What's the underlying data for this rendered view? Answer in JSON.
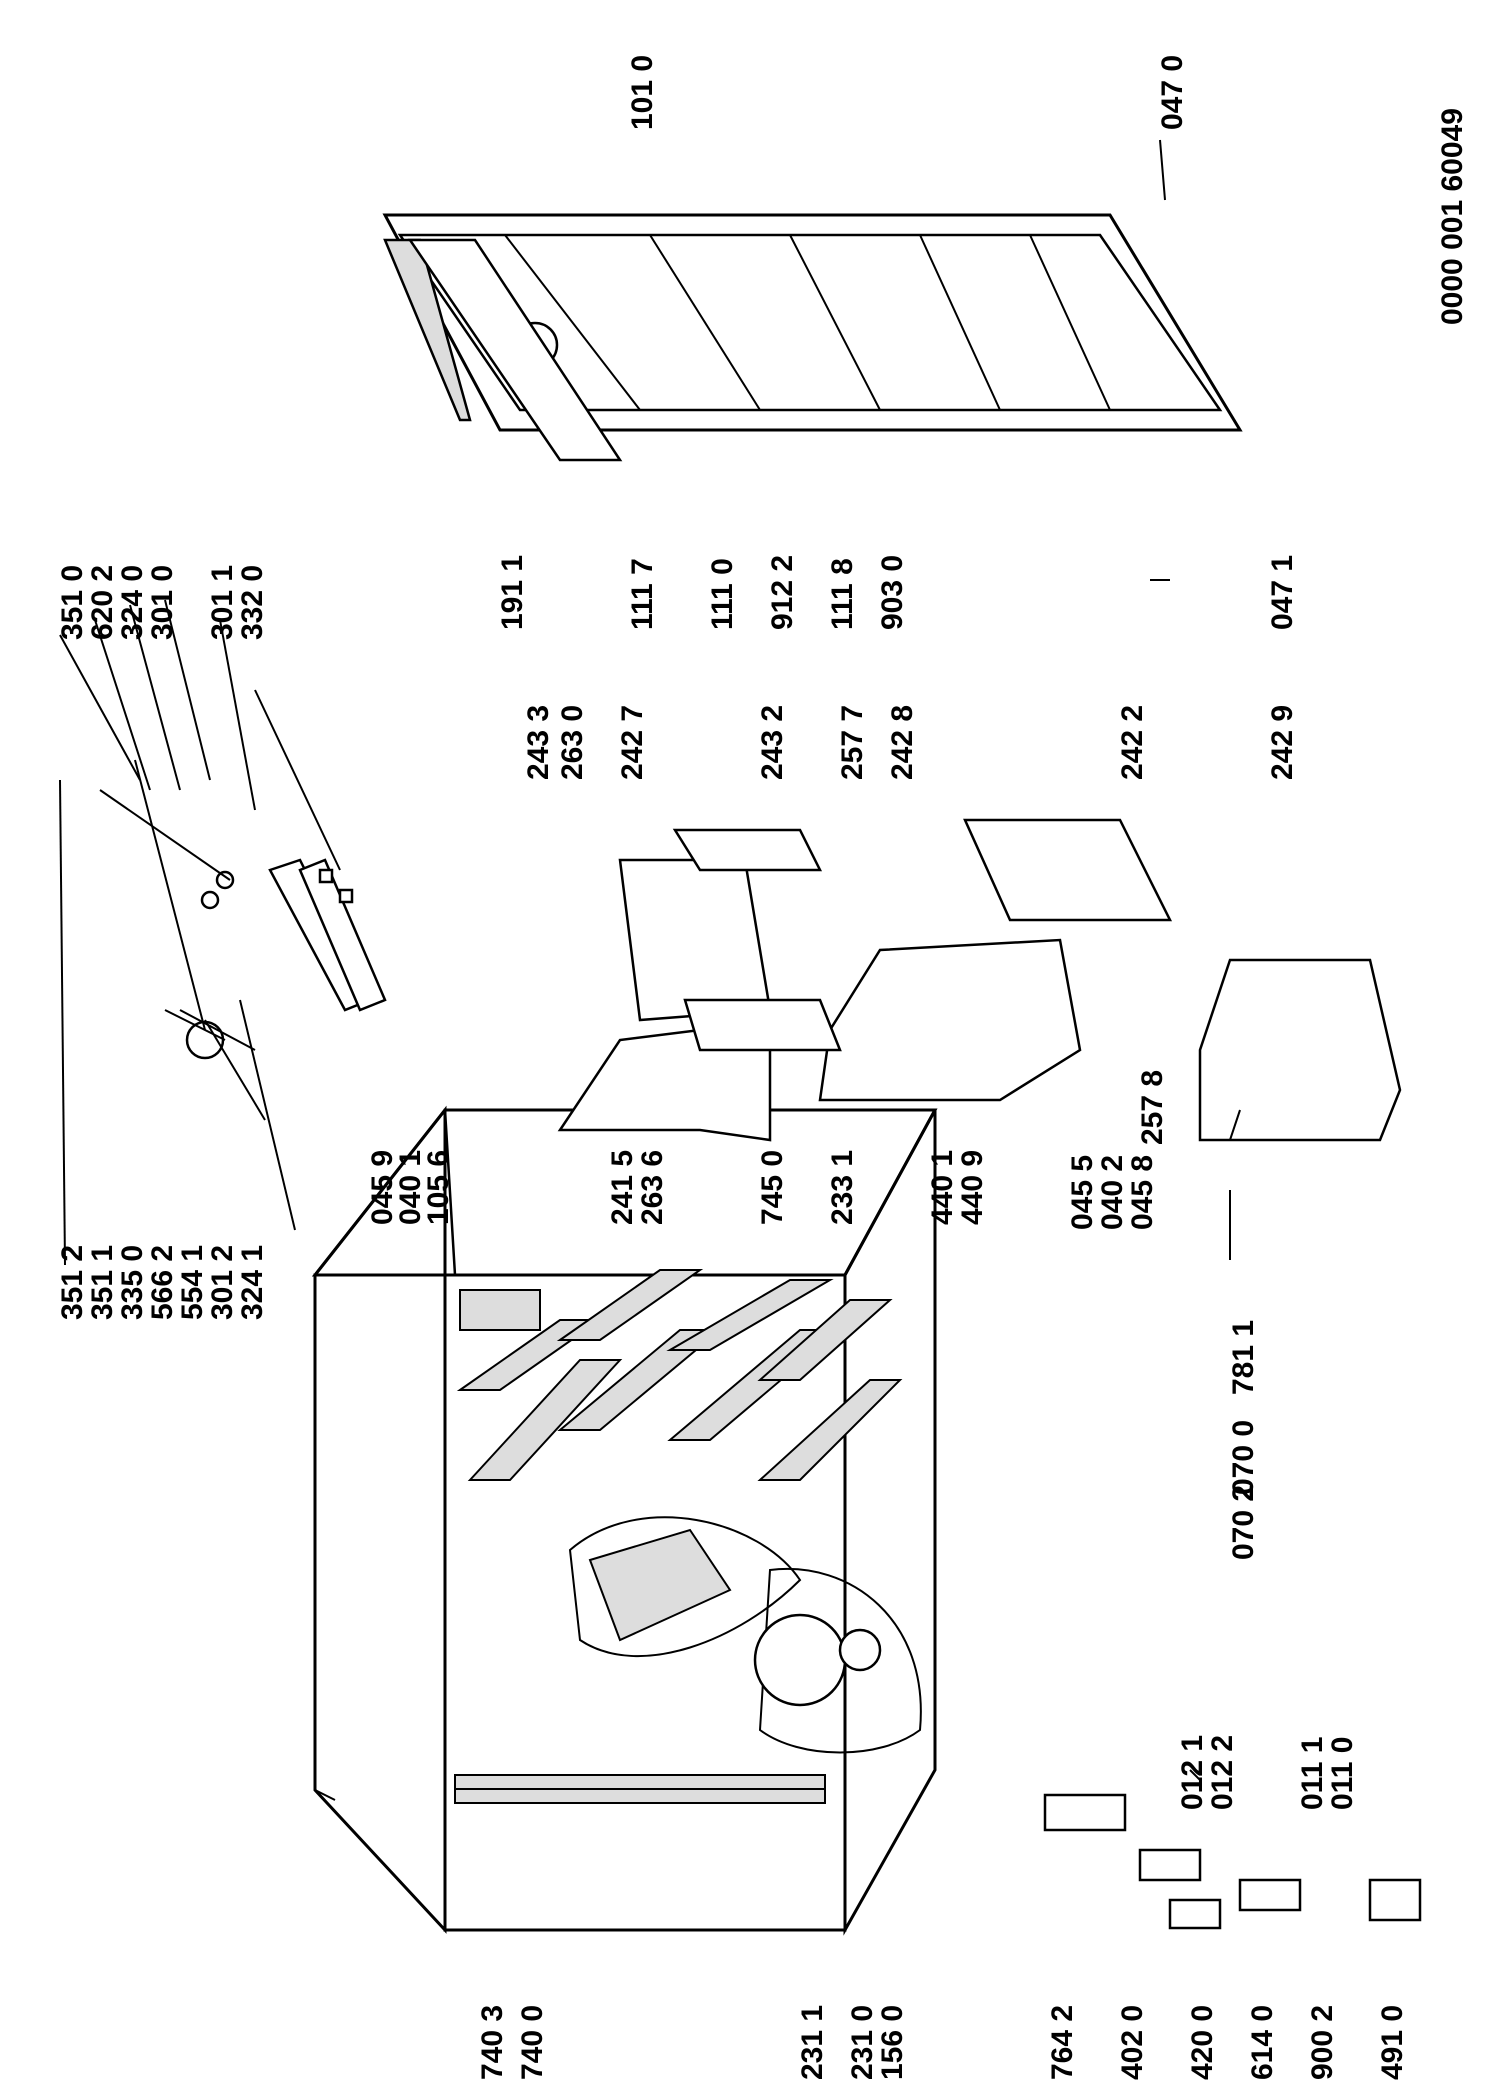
{
  "drawing_code": "0000 001 60049",
  "labels": {
    "l3512": "351 2",
    "l3511": "351 1",
    "l3350": "335 0",
    "l5662": "566 2",
    "l5541": "554 1",
    "l3012": "301 2",
    "l3241": "324 1",
    "l3510": "351 0",
    "l6202": "620 2",
    "l3240": "324 0",
    "l3010": "301 0",
    "l3011": "301 1",
    "l3320": "332 0",
    "l0459": "045 9",
    "l0401": "040 1",
    "l1056": "105 6",
    "l2415": "241 5",
    "l2636": "263 6",
    "l7450": "745 0",
    "l2331": "233 1",
    "l4401": "440 1",
    "l4409": "440 9",
    "l0455": "045 5",
    "l0402": "040 2",
    "l0458": "045 8",
    "l7811": "781 1",
    "l0700": "070 0",
    "l0702": "070 2",
    "l2433": "243 3",
    "l2630": "263 0",
    "l2427": "242 7",
    "l2432": "243 2",
    "l2577": "257 7",
    "l2428": "242 8",
    "l2422": "242 2",
    "l2429": "242 9",
    "l2578": "257 8",
    "l1911": "191 1",
    "l1117": "111 7",
    "l1110": "111 0",
    "l9122": "912 2",
    "l1118": "111 8",
    "l9030": "903 0",
    "l0471": "047 1",
    "l1010": "101 0",
    "l0470": "047 0",
    "l0121": "012 1",
    "l0122": "012 2",
    "l0111": "011 1",
    "l0110": "011 0",
    "l7403": "740 3",
    "l7400": "740 0",
    "l2311": "231 1",
    "l2310": "231 0",
    "l1560": "156 0",
    "l7642": "764 2",
    "l4020": "402 0",
    "l4200": "420 0",
    "l6140": "614 0",
    "l9002": "900 2",
    "l4910": "491 0"
  }
}
